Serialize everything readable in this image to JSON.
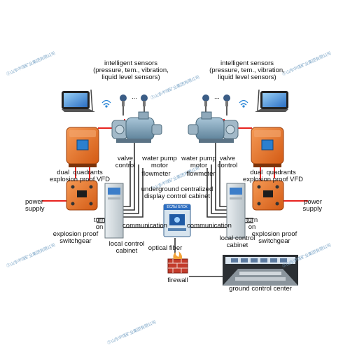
{
  "labels": {
    "sensors_left": "intelligent sensors\n(pressure, tem., vibration,\nliquid level sensors)",
    "sensors_right": "intelligent sensors\n(pressure, tem., vibration,\nliquid level sensors)",
    "dots_left": "...",
    "dots_right": "...",
    "valve_control_left": "valve\ncontrol",
    "valve_control_right": "valve\ncontrol",
    "water_pump_motor_left": "water pump\nmotor",
    "water_pump_motor_right": "water pump\nmotor",
    "flowmeter_left": "flowmeter",
    "flowmeter_right": "flowmeter",
    "vfd_left": "dual  quadrants\nexplosion proof VFD",
    "vfd_right": "dual  quadrants\nexplosion proof VFD",
    "underground_cabinet": "underground centralized\ndisplay control cabinet",
    "power_supply_left": "power\nsupply",
    "power_supply_right": "power\nsupply",
    "turn_on_left": "turn\non",
    "turn_on_right": "turn\non",
    "communication_left": "communication",
    "communication_right": "communication",
    "switchgear_left": "explosion proof\nswitchgear",
    "switchgear_right": "explosion proof\nswitchgear",
    "local_cabinet_left": "local control\ncabinet",
    "local_cabinet_right": "local control\ncabinet",
    "optical_fiber": "optical fiber",
    "firewall": "firewall",
    "ground_control_center": "ground control center",
    "display_header": "ЕСЛЫ БЛОК"
  },
  "watermark": "Ⓢ山东中煤矿业集团有限公司",
  "colors": {
    "power_line": "#e8231e",
    "signal_line": "#333333",
    "vfd_orange": "#e8732a",
    "cabinet_blue": "#2a8ad6",
    "wall_red": "#c33b2b",
    "motor_blue": "#6f96ad"
  }
}
